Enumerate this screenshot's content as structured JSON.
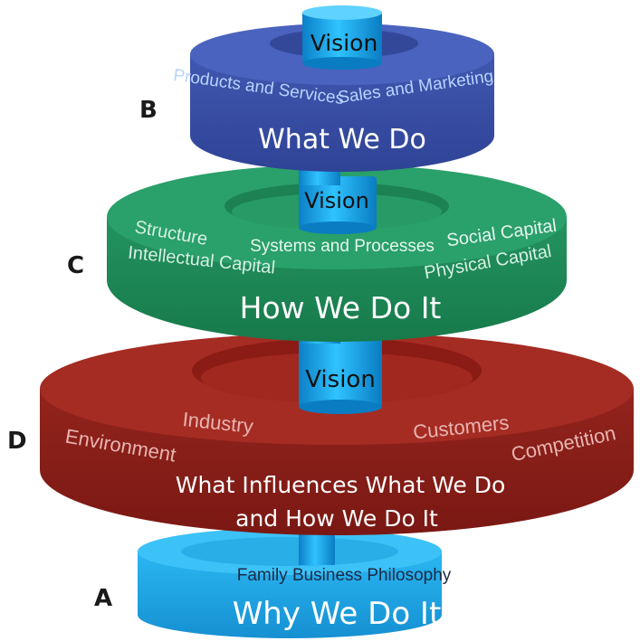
{
  "side_labels": {
    "a": "A",
    "b": "B",
    "c": "C",
    "d": "D"
  },
  "vision_label": "Vision",
  "tier_b": {
    "title": "What We Do",
    "items": [
      "Products and Services",
      "Sales and Marketing"
    ],
    "color": "#3a4fa6"
  },
  "tier_c": {
    "title": "How We Do It",
    "items": [
      "Structure",
      "Intellectual Capital",
      "Systems and Processes",
      "Social Capital",
      "Physical Capital"
    ],
    "color": "#1f8a5a"
  },
  "tier_d": {
    "title_line1": "What Influences What We Do",
    "title_line2": "and How We Do It",
    "items": [
      "Environment",
      "Industry",
      "Customers",
      "Competition"
    ],
    "color": "#8a1e18"
  },
  "tier_a": {
    "title": "Why We Do It",
    "items": [
      "Family Business Philosophy"
    ],
    "color": "#1ea0e0"
  },
  "pillar_color": "#12a6ea"
}
